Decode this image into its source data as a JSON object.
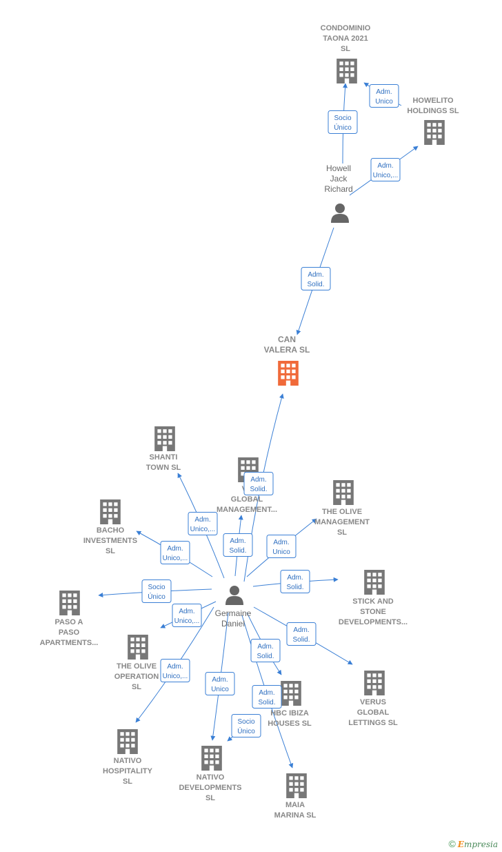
{
  "colors": {
    "edge": "#3a7fd5",
    "company": "#777777",
    "focus": "#f06a3a",
    "person": "#666666"
  },
  "nodes": [
    {
      "id": "condominio",
      "kind": "company",
      "lines": [
        "CONDOMINIO",
        "TAONA 2021",
        "SL"
      ]
    },
    {
      "id": "howelito",
      "kind": "company",
      "lines": [
        "HOWELITO",
        "HOLDINGS  SL"
      ]
    },
    {
      "id": "howell",
      "kind": "person",
      "lines": [
        "Howell",
        "Jack",
        "Richard"
      ]
    },
    {
      "id": "canvalera",
      "kind": "focus",
      "lines": [
        "CAN",
        "VALERA  SL"
      ]
    },
    {
      "id": "shanti",
      "kind": "company",
      "lines": [
        "SHANTI",
        "TOWN  SL"
      ]
    },
    {
      "id": "verusmgmt",
      "kind": "company",
      "lines": [
        "VE",
        "GLOBAL",
        "MANAGEMENT..."
      ]
    },
    {
      "id": "olivemgmt",
      "kind": "company",
      "lines": [
        "THE OLIVE",
        "MANAGEMENT",
        "SL"
      ]
    },
    {
      "id": "bacho",
      "kind": "company",
      "lines": [
        "BACHO",
        "INVESTMENTS",
        "SL"
      ]
    },
    {
      "id": "stickstone",
      "kind": "company",
      "lines": [
        "STICK AND",
        "STONE",
        "DEVELOPMENTS..."
      ]
    },
    {
      "id": "germaine",
      "kind": "person",
      "lines": [
        "Germaine",
        "Daniel"
      ]
    },
    {
      "id": "pasoapaso",
      "kind": "company",
      "lines": [
        "PASO A",
        "PASO",
        "APARTMENTS..."
      ]
    },
    {
      "id": "oliveops",
      "kind": "company",
      "lines": [
        "THE OLIVE",
        "OPERATION",
        "SL"
      ]
    },
    {
      "id": "verusletting",
      "kind": "company",
      "lines": [
        "VERUS",
        "GLOBAL",
        "LETTINGS  SL"
      ]
    },
    {
      "id": "hbc",
      "kind": "company",
      "lines": [
        "HBC IBIZA",
        "HOUSES  SL"
      ]
    },
    {
      "id": "nativohosp",
      "kind": "company",
      "lines": [
        "NATIVO",
        "HOSPITALITY",
        "SL"
      ]
    },
    {
      "id": "nativodev",
      "kind": "company",
      "lines": [
        "NATIVO",
        "DEVELOPMENTS",
        "SL"
      ]
    },
    {
      "id": "maia",
      "kind": "company",
      "lines": [
        "MAIA",
        "MARINA  SL"
      ]
    }
  ],
  "edges": [
    {
      "from": "howell",
      "to": "condominio",
      "label": [
        "Socio",
        "Único"
      ]
    },
    {
      "from": "howelito",
      "to": "condominio",
      "label": [
        "Adm.",
        "Unico"
      ]
    },
    {
      "from": "howell",
      "to": "howelito",
      "label": [
        "Adm.",
        "Unico,..."
      ]
    },
    {
      "from": "howell",
      "to": "canvalera",
      "label": [
        "Adm.",
        "Solid."
      ]
    },
    {
      "from": "germaine",
      "to": "canvalera",
      "label": [
        "Adm.",
        "Solid."
      ]
    },
    {
      "from": "germaine",
      "to": "shanti",
      "label": [
        "Adm.",
        "Unico,..."
      ]
    },
    {
      "from": "germaine",
      "to": "verusmgmt",
      "label": [
        "Adm.",
        "Solid."
      ]
    },
    {
      "from": "germaine",
      "to": "olivemgmt",
      "label": [
        "Adm.",
        "Unico"
      ]
    },
    {
      "from": "germaine",
      "to": "bacho",
      "label": [
        "Adm.",
        "Unico,..."
      ]
    },
    {
      "from": "germaine",
      "to": "stickstone",
      "label": [
        "Adm.",
        "Solid."
      ]
    },
    {
      "from": "germaine",
      "to": "pasoapaso",
      "label": [
        "Socio",
        "Único"
      ]
    },
    {
      "from": "germaine",
      "to": "oliveops",
      "label": [
        "Adm.",
        "Unico,..."
      ]
    },
    {
      "from": "germaine",
      "to": "verusletting",
      "label": [
        "Adm.",
        "Solid."
      ]
    },
    {
      "from": "germaine",
      "to": "hbc",
      "label": [
        "Adm.",
        "Solid."
      ]
    },
    {
      "from": "germaine",
      "to": "nativohosp",
      "label": [
        "Adm.",
        "Unico,..."
      ]
    },
    {
      "from": "germaine",
      "to": "nativodev",
      "label": [
        "Adm.",
        "Unico"
      ]
    },
    {
      "from": "germaine",
      "to": "maia",
      "label": [
        "Adm.",
        "Solid."
      ]
    },
    {
      "from": "germaine",
      "to": "nativodev",
      "label": [
        "Socio",
        "Único"
      ]
    }
  ],
  "footer": {
    "copyright": "©",
    "brand_first": "E",
    "brand_rest": "mpresia"
  }
}
